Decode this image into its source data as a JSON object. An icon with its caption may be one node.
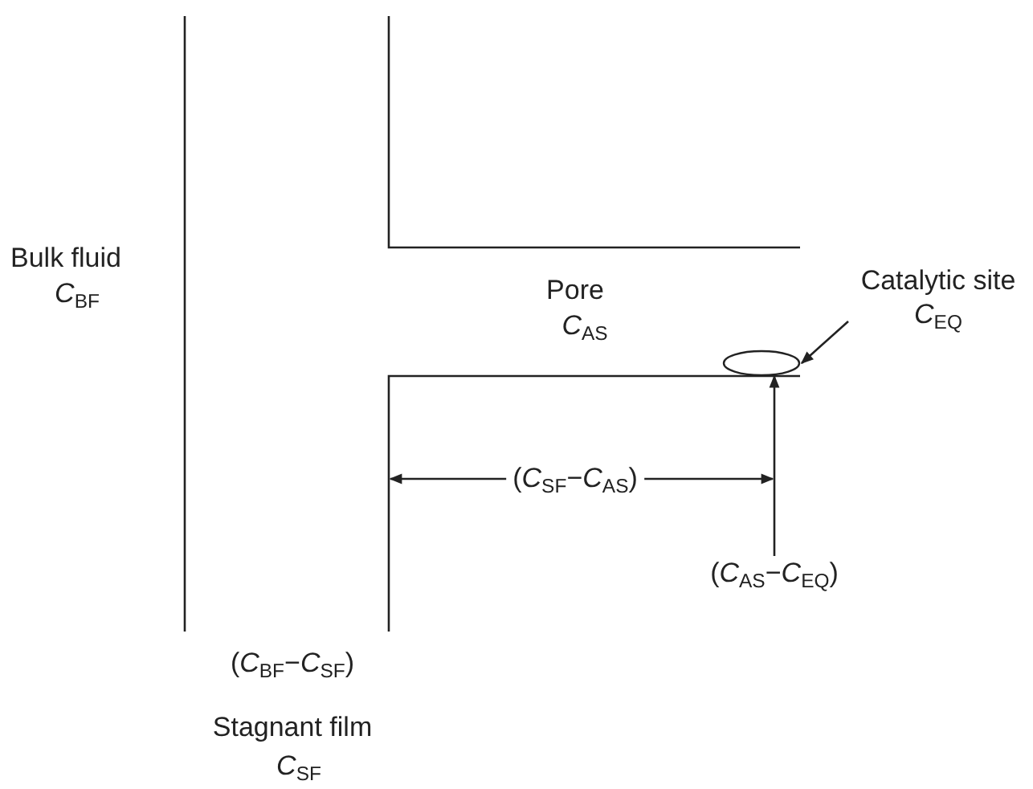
{
  "diagram": {
    "nodes": [
      {
        "text": [
          "Catalytic site",
          "*C*$_{EQ}$"
        ]
      },
      {
        "text": [],
        "shape": "ellipse"
      },
      {
        "text": [
          "(*C*$_{AS}$−*C*$_{EQ}$)"
        ]
      }
    ],
    "edges": [
      {
        "from": 0,
        "to": 1,
        "arrow": "to"
      },
      {
        "from": 2,
        "to": 1,
        "arrow": "to"
      }
    ],
    "labels": [
      "Bulk fluid",
      "*C*$_{BF}$",
      "Pore",
      "*C*$_{AS}$",
      "(*C*$_{SF}$−*C*$_{AS}$)",
      "(*C*$_{BF}$−*C*$_{SF}$)",
      "Stagnant film",
      "*C*$_{SF}$"
    ]
  }
}
